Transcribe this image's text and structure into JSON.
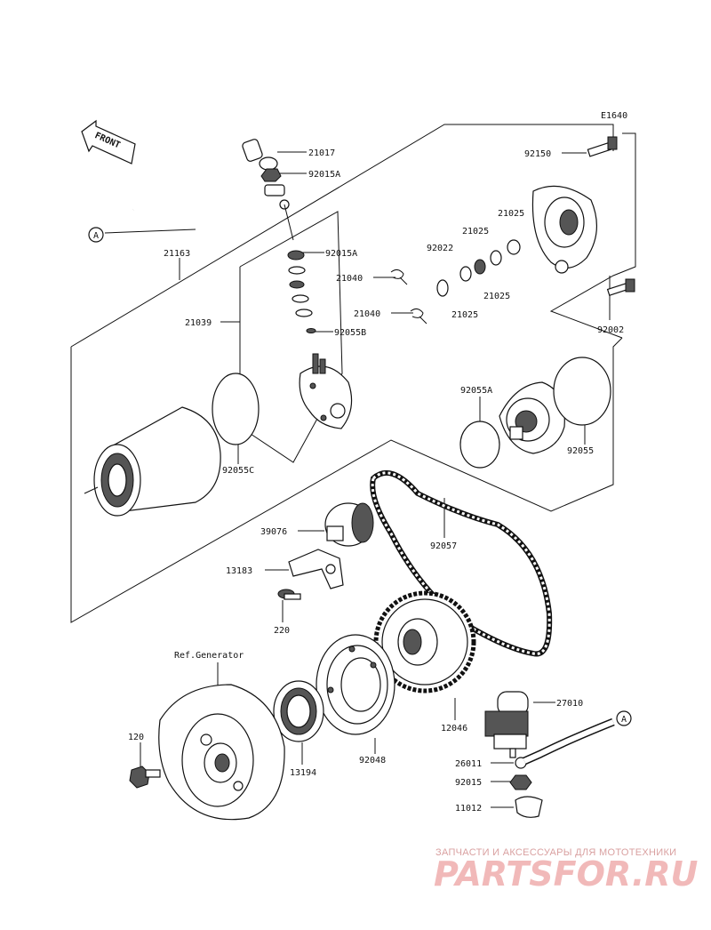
{
  "diagram_code": "E1640",
  "front_label": "FRONT",
  "callout_marker": "A",
  "ref_label": "Ref.Generator",
  "parts": {
    "p21017": "21017",
    "p92015A_top": "92015A",
    "p21163": "21163",
    "p92015A_mid": "92015A",
    "p21040_a": "21040",
    "p21040_b": "21040",
    "p92055B": "92055B",
    "p21039": "21039",
    "p92055C": "92055C",
    "p92150": "92150",
    "p21025_a": "21025",
    "p21025_b": "21025",
    "p21025_c": "21025",
    "p21025_d": "21025",
    "p92022": "92022",
    "p92002": "92002",
    "p92055A": "92055A",
    "p92055": "92055",
    "p39076": "39076",
    "p92057": "92057",
    "p13183": "13183",
    "p220": "220",
    "p12046": "12046",
    "p27010": "27010",
    "p120": "120",
    "p13194": "13194",
    "p92048": "92048",
    "p26011": "26011",
    "p92015": "92015",
    "p11012": "11012"
  },
  "watermark": {
    "tagline": "ЗАПЧАСТИ И АКСЕССУАРЫ ДЛЯ МОТОТЕХНИКИ",
    "logo": "PARTSFOR.RU"
  }
}
